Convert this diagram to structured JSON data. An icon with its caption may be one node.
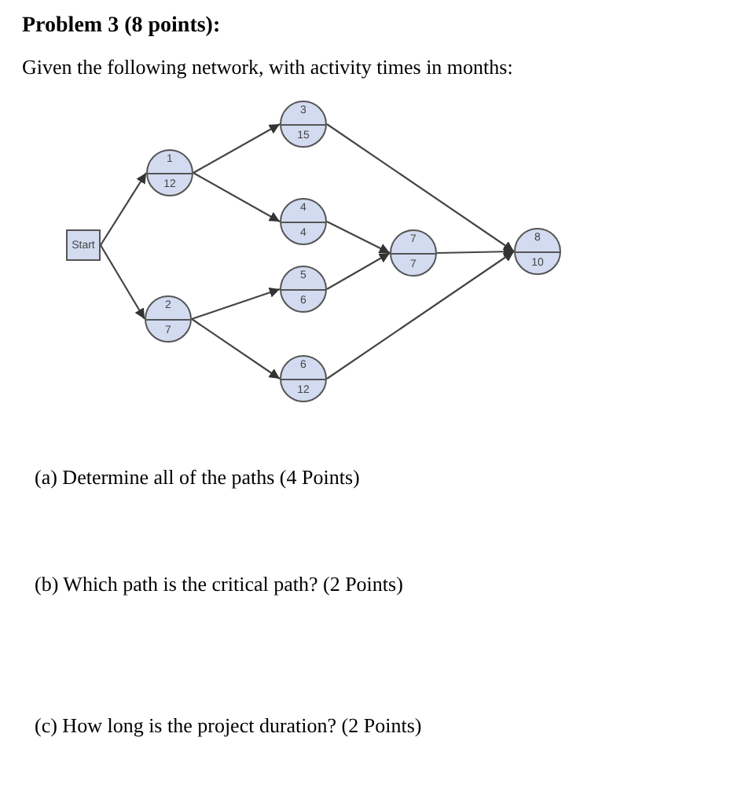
{
  "diagram": {
    "title": "Problem 3 (8 points):",
    "nodes": [
      {
        "text": [
          "Start"
        ]
      },
      {
        "text": [
          "1",
          "12"
        ]
      },
      {
        "text": [
          "2",
          "7"
        ]
      },
      {
        "text": [
          "3",
          "15"
        ]
      },
      {
        "text": [
          "4",
          "4"
        ]
      },
      {
        "text": [
          "5",
          "6"
        ]
      },
      {
        "text": [
          "6",
          "12"
        ]
      },
      {
        "text": [
          "7",
          "7"
        ]
      },
      {
        "text": [
          "8",
          "10"
        ]
      }
    ],
    "edges": [
      {
        "from": 0,
        "to": 1,
        "arrow": "to"
      },
      {
        "from": 0,
        "to": 2,
        "arrow": "to"
      },
      {
        "from": 1,
        "to": 3,
        "arrow": "to"
      },
      {
        "from": 1,
        "to": 4,
        "arrow": "to"
      },
      {
        "from": 2,
        "to": 5,
        "arrow": "to"
      },
      {
        "from": 2,
        "to": 6,
        "arrow": "to"
      },
      {
        "from": 3,
        "to": 8,
        "arrow": "to"
      },
      {
        "from": 4,
        "to": 7,
        "arrow": "to"
      },
      {
        "from": 5,
        "to": 7,
        "arrow": "to"
      },
      {
        "from": 7,
        "to": 8,
        "arrow": "to"
      },
      {
        "from": 6,
        "to": 8,
        "arrow": "to"
      }
    ],
    "labels": [
      "Given the following network, with activity times in months:",
      "(a) Determine all of the paths (4 Points)",
      "(b) Which path is the critical path? (2 Points)",
      "(c) How long is the project duration? (2 Points)"
    ]
  }
}
